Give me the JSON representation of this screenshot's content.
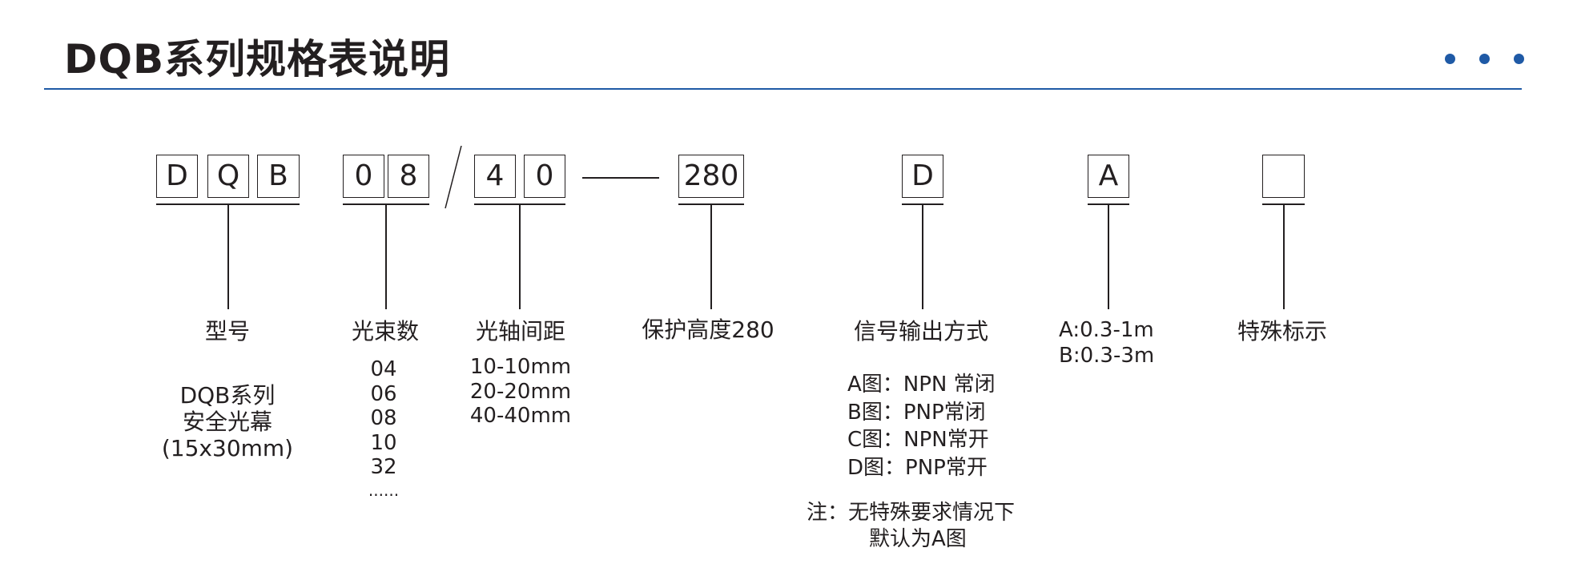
{
  "header": {
    "title": "DQB系列规格表说明",
    "accent_color": "#1f5aa6"
  },
  "code": {
    "model_letters": [
      "D",
      "Q",
      "B"
    ],
    "beam_digits": [
      "0",
      "8"
    ],
    "spacing_digits": [
      "4",
      "0"
    ],
    "height": "280",
    "signal": "D",
    "cable": "A",
    "special": ""
  },
  "labels": {
    "model": "型号",
    "beams": "光束数",
    "spacing": "光轴间距",
    "height": "保护高度280",
    "signal": "信号输出方式",
    "special": "特殊标示"
  },
  "details": {
    "model": [
      "DQB系列",
      "安全光幕",
      "(15x30mm)"
    ],
    "beams": [
      "04",
      "06",
      "08",
      "10",
      "32",
      "......"
    ],
    "spacing": [
      "10-10mm",
      "20-20mm",
      "40-40mm"
    ],
    "signal": [
      "A图：NPN 常闭",
      "B图：PNP常闭",
      "C图：NPN常开",
      "D图：PNP常开"
    ],
    "cable": [
      "A:0.3-1m",
      "B:0.3-3m"
    ],
    "note": [
      "注：无特殊要求情况下",
      "默认为A图"
    ]
  }
}
